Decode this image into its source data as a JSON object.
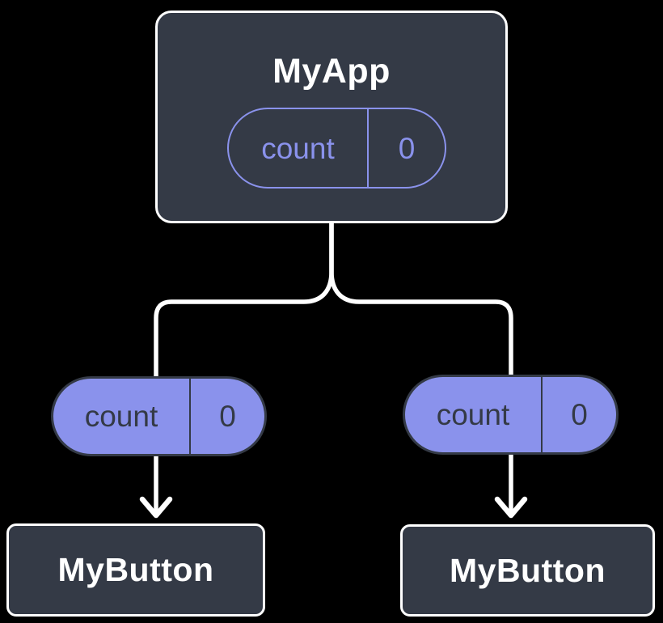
{
  "diagram": {
    "parent": {
      "label": "MyApp",
      "state": {
        "name": "count",
        "value": "0"
      }
    },
    "left_prop": {
      "name": "count",
      "value": "0"
    },
    "right_prop": {
      "name": "count",
      "value": "0"
    },
    "left_child": {
      "label": "MyButton"
    },
    "right_child": {
      "label": "MyButton"
    }
  },
  "theme": {
    "background": "#000000",
    "node_fill": "#343A46",
    "node_border": "#FFFFFF",
    "accent_purple": "#8A92EC",
    "pill_text_dark": "#343A46",
    "connector_color": "#FFFFFF"
  }
}
